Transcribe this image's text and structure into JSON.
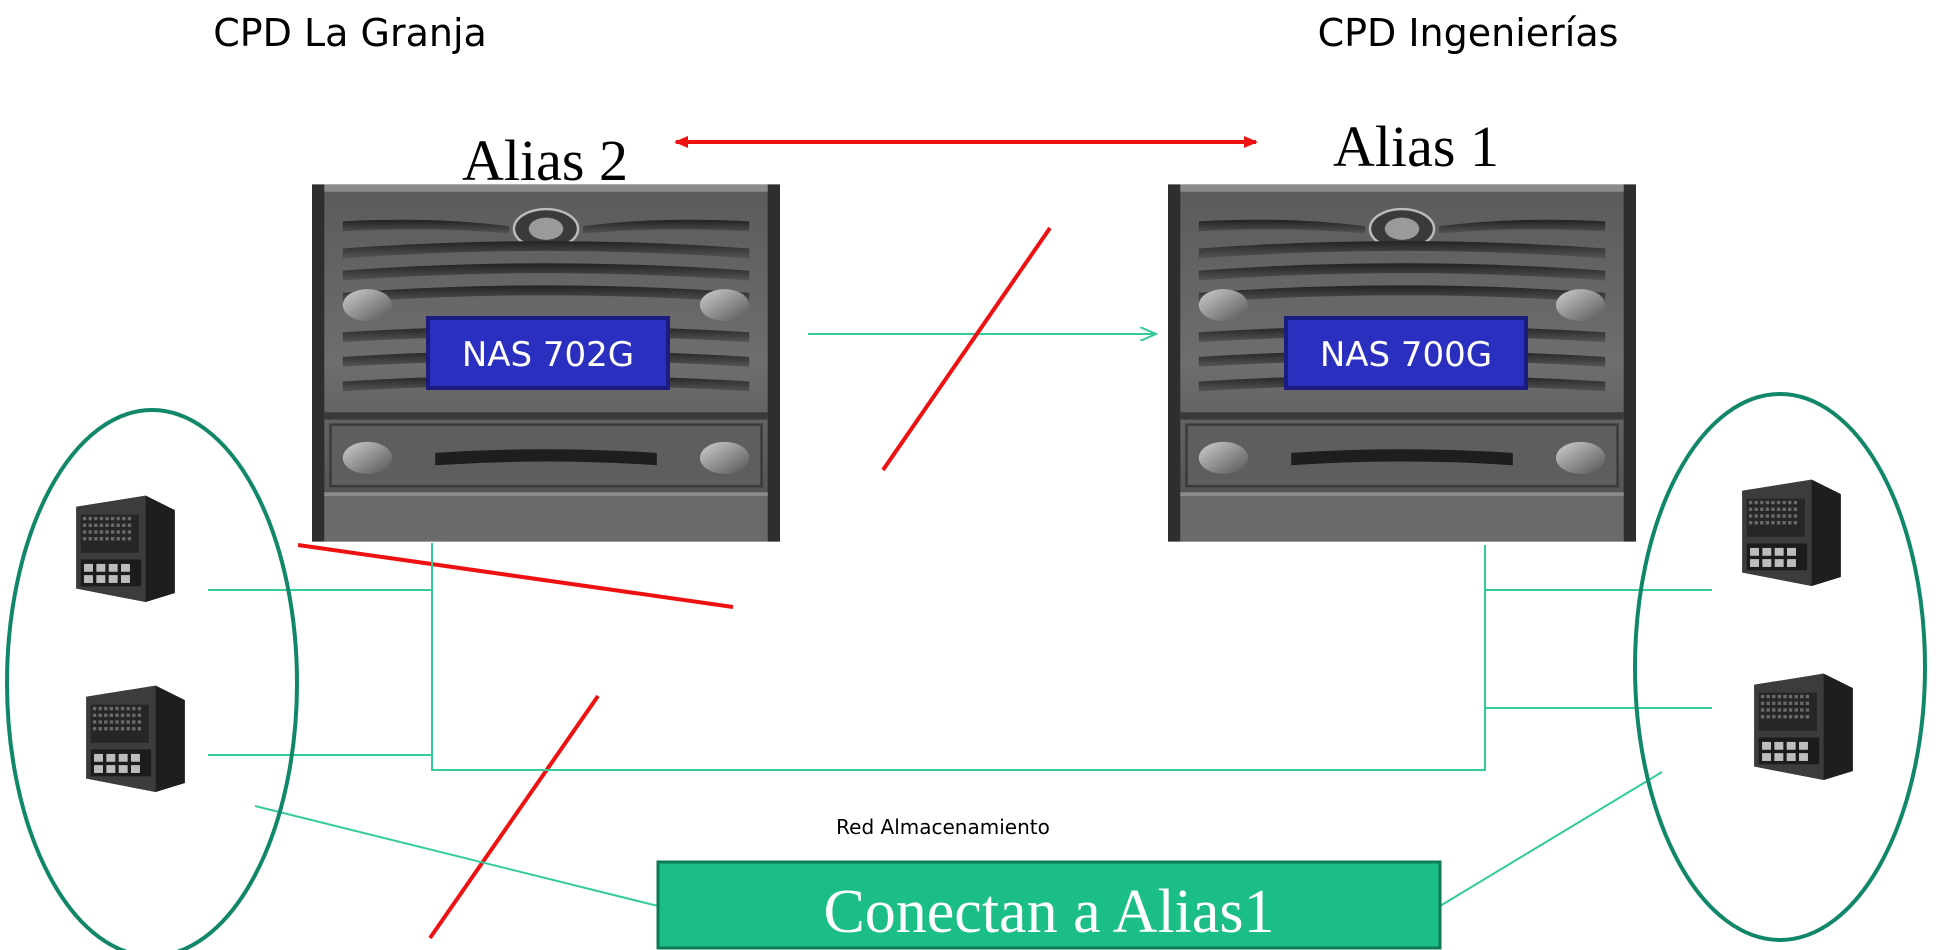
{
  "sites": {
    "left": {
      "title": "CPD La Granja"
    },
    "right": {
      "title": "CPD Ingenierías"
    }
  },
  "nas": {
    "left": {
      "alias": "Alias 2",
      "label": "NAS 702G"
    },
    "right": {
      "alias": "Alias 1",
      "label": "NAS 700G"
    }
  },
  "network": {
    "label": "Red Almacenamiento"
  },
  "callout": {
    "label": "Conectan a Alias1"
  },
  "colors": {
    "red": "#ee1111",
    "green_line": "#33cc99",
    "ellipse": "#11876a",
    "label_bg": "#2b2fc0",
    "label_border": "#1a1c80",
    "callout_bg": "#1bbf86",
    "callout_border": "#0f7a55"
  }
}
